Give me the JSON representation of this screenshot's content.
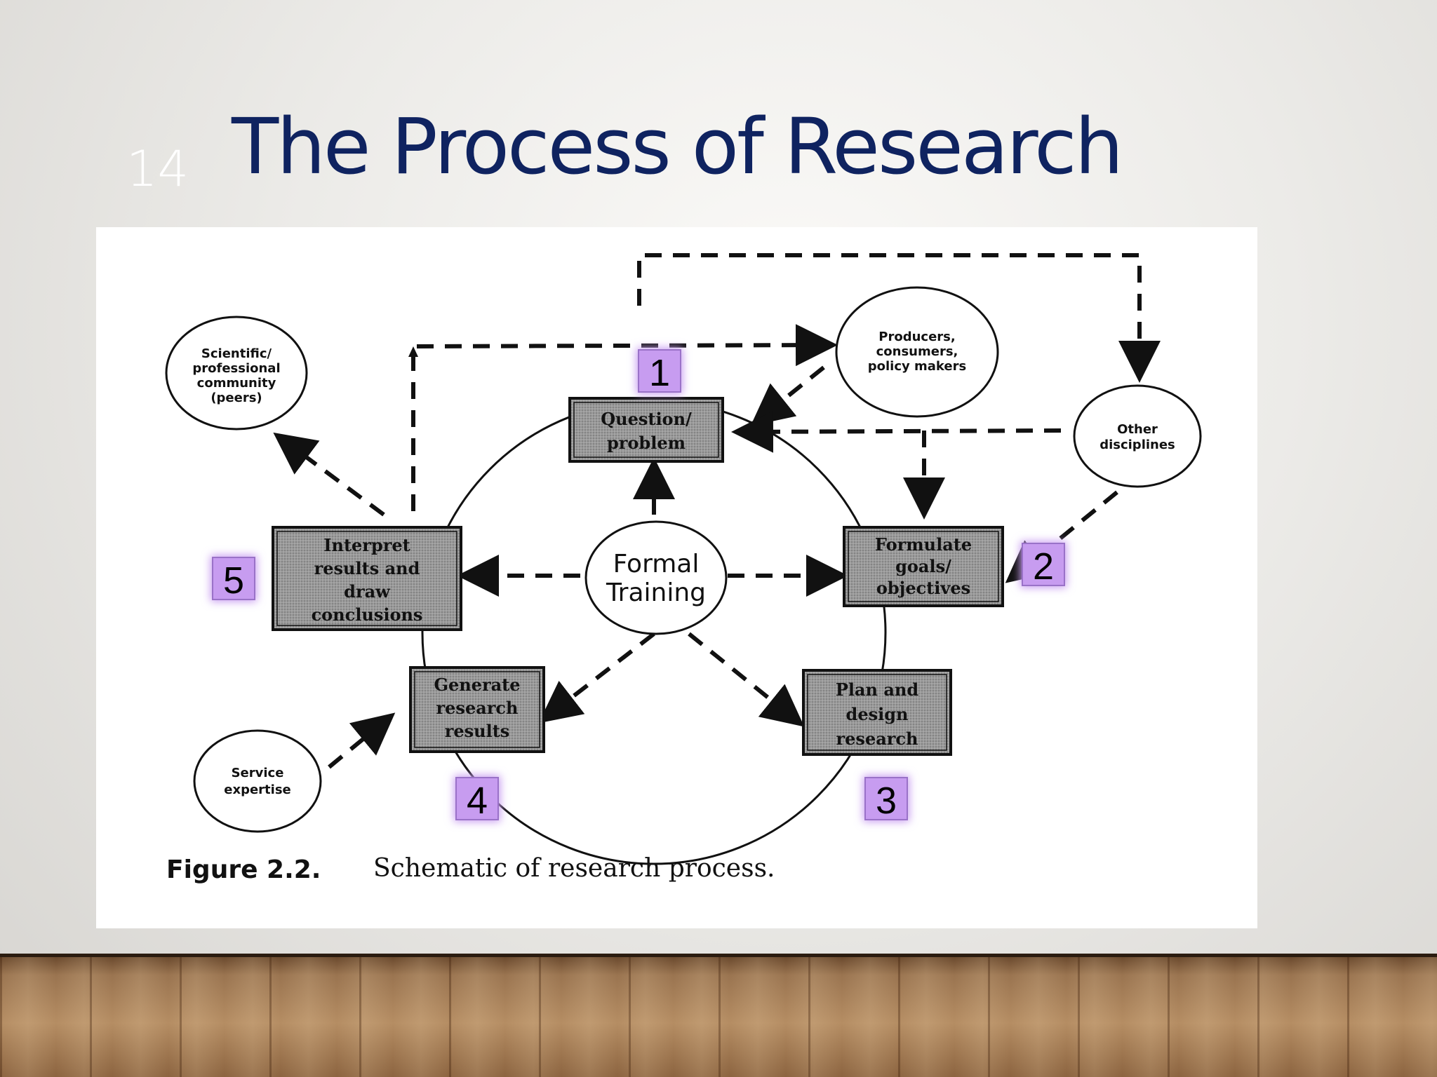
{
  "slide": {
    "number": "14",
    "title": "The Process of Research"
  },
  "diagram": {
    "boxes": {
      "question": [
        "Question/",
        "problem"
      ],
      "formulate": [
        "Formulate",
        "goals/",
        "objectives"
      ],
      "plan": [
        "Plan and",
        "design",
        "research"
      ],
      "generate": [
        "Generate",
        "research",
        "results"
      ],
      "interpret": [
        "Interpret",
        "results and",
        "draw",
        "conclusions"
      ]
    },
    "center": [
      "Formal",
      "Training"
    ],
    "circles": {
      "scientific": [
        "Scientific/",
        "professional",
        "community",
        "(peers)"
      ],
      "producers": [
        "Producers,",
        "consumers,",
        "policy makers"
      ],
      "other": [
        "Other",
        "disciplines"
      ],
      "service": [
        "Service",
        "expertise"
      ]
    },
    "markers": [
      "1",
      "2",
      "3",
      "4",
      "5"
    ],
    "caption": {
      "label": "Figure 2.2.",
      "text": "Schematic of research process."
    }
  },
  "colors": {
    "title": "#0f2360",
    "marker_glow": "#c79cf0",
    "box_fill": "#8f8f8f"
  }
}
